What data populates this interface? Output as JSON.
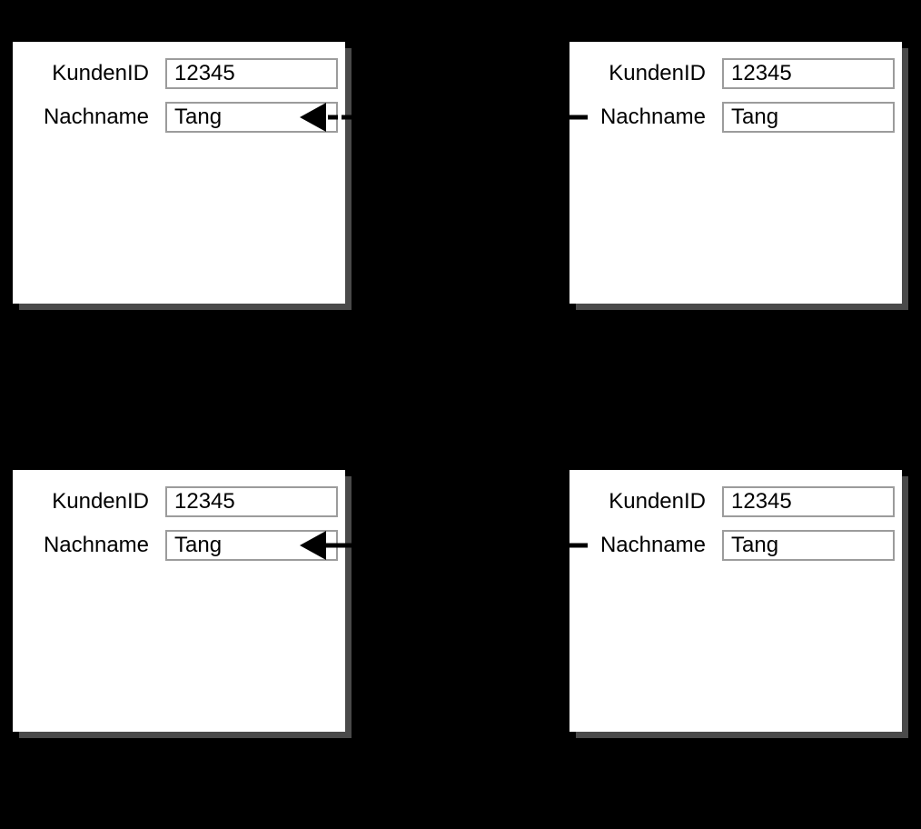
{
  "colors": {
    "background": "#000000",
    "panel": "#ffffff",
    "panel_shadow": "#4a4a4a",
    "input_border": "#9c9c9c",
    "text": "#000000",
    "arrow": "#000000"
  },
  "panels": [
    {
      "name": "top-left-form",
      "fields": [
        {
          "label": "KundenID",
          "value": "12345"
        },
        {
          "label": "Nachname",
          "value": "Tang"
        }
      ]
    },
    {
      "name": "top-right-form",
      "fields": [
        {
          "label": "KundenID",
          "value": "12345"
        },
        {
          "label": "Nachname",
          "value": "Tang"
        }
      ]
    },
    {
      "name": "bottom-left-form",
      "fields": [
        {
          "label": "KundenID",
          "value": "12345"
        },
        {
          "label": "Nachname",
          "value": "Tang"
        }
      ]
    },
    {
      "name": "bottom-right-form",
      "fields": [
        {
          "label": "KundenID",
          "value": "12345"
        },
        {
          "label": "Nachname",
          "value": "Tang"
        }
      ]
    }
  ],
  "connectors": [
    {
      "style": "dashed",
      "direction": "right-to-left",
      "row": "Nachname",
      "from": "top-right-form",
      "to": "top-left-form"
    },
    {
      "style": "solid",
      "direction": "right-to-left",
      "row": "Nachname",
      "from": "bottom-right-form",
      "to": "bottom-left-form"
    }
  ]
}
